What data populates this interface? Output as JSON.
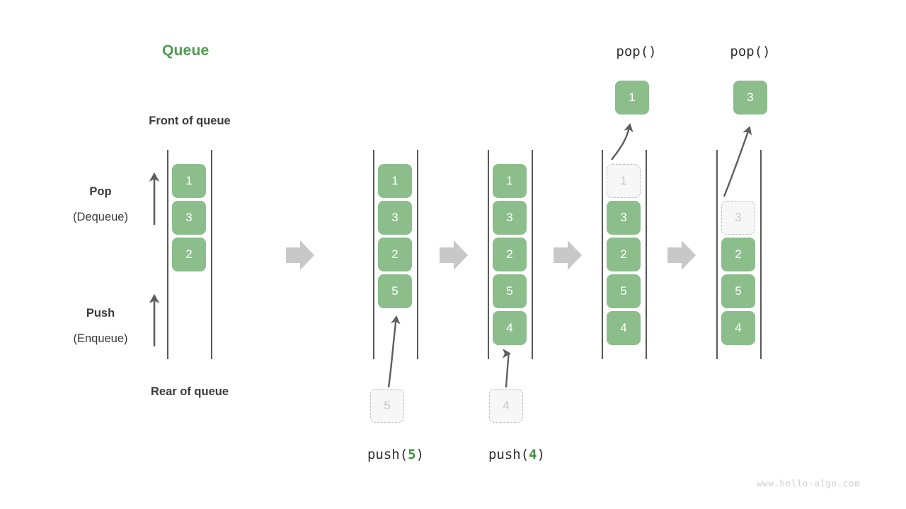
{
  "title": "Queue",
  "annotations": {
    "front": "Front of queue",
    "rear": "Rear of queue",
    "pop_main": "Pop",
    "pop_sub": "(Dequeue)",
    "push_main": "Push",
    "push_sub": "(Enqueue)"
  },
  "watermark": "www.hello-algo.com",
  "colors": {
    "accent_green": "#4f9b4f",
    "box_green": "#8cbe8c",
    "ghost_fill": "#f7f7f7",
    "ghost_border": "#bdbdbd",
    "ghost_text": "#c7c7c7",
    "rail": "#595959",
    "arrow": "#5e5e5e",
    "step_arrow": "#c8c8c8",
    "text_dark": "#3a3a3a",
    "watermark": "#cccccc"
  },
  "stages": [
    {
      "id": "initial",
      "caption": "",
      "top_label": "",
      "items": [
        "1",
        "3",
        "2"
      ],
      "ghost_index": -1,
      "floating_box": ""
    },
    {
      "id": "push-5",
      "caption": "push(5)",
      "caption_fn": "push",
      "caption_arg": "5",
      "top_label": "",
      "items": [
        "1",
        "3",
        "2",
        "5"
      ],
      "ghost_index": -1,
      "incoming_box": "5",
      "floating_box": ""
    },
    {
      "id": "push-4",
      "caption": "push(4)",
      "caption_fn": "push",
      "caption_arg": "4",
      "top_label": "",
      "items": [
        "1",
        "3",
        "2",
        "5",
        "4"
      ],
      "ghost_index": -1,
      "incoming_box": "4",
      "floating_box": ""
    },
    {
      "id": "pop-1",
      "caption": "",
      "top_label": "pop()",
      "items": [
        "1",
        "3",
        "2",
        "5",
        "4"
      ],
      "ghost_index": 0,
      "floating_box": "1"
    },
    {
      "id": "pop-3",
      "caption": "",
      "top_label": "pop()",
      "items": [
        "3",
        "2",
        "5",
        "4"
      ],
      "ghost_index": 0,
      "floating_box": "3"
    }
  ],
  "step_arrows": [
    "step-arrow-1",
    "step-arrow-2",
    "step-arrow-3",
    "step-arrow-4"
  ],
  "chart_data": {
    "type": "diagram",
    "title": "Queue",
    "description": "Queue push (enqueue) and pop (dequeue) operation sequence",
    "steps": [
      {
        "label": "",
        "contents": [
          "1",
          "3",
          "2"
        ]
      },
      {
        "label": "push(5)",
        "contents": [
          "1",
          "3",
          "2",
          "5"
        ]
      },
      {
        "label": "push(4)",
        "contents": [
          "1",
          "3",
          "2",
          "5",
          "4"
        ]
      },
      {
        "label": "pop()",
        "contents": [
          "3",
          "2",
          "5",
          "4"
        ],
        "removed": "1"
      },
      {
        "label": "pop()",
        "contents": [
          "2",
          "5",
          "4"
        ],
        "removed": "3"
      }
    ]
  }
}
